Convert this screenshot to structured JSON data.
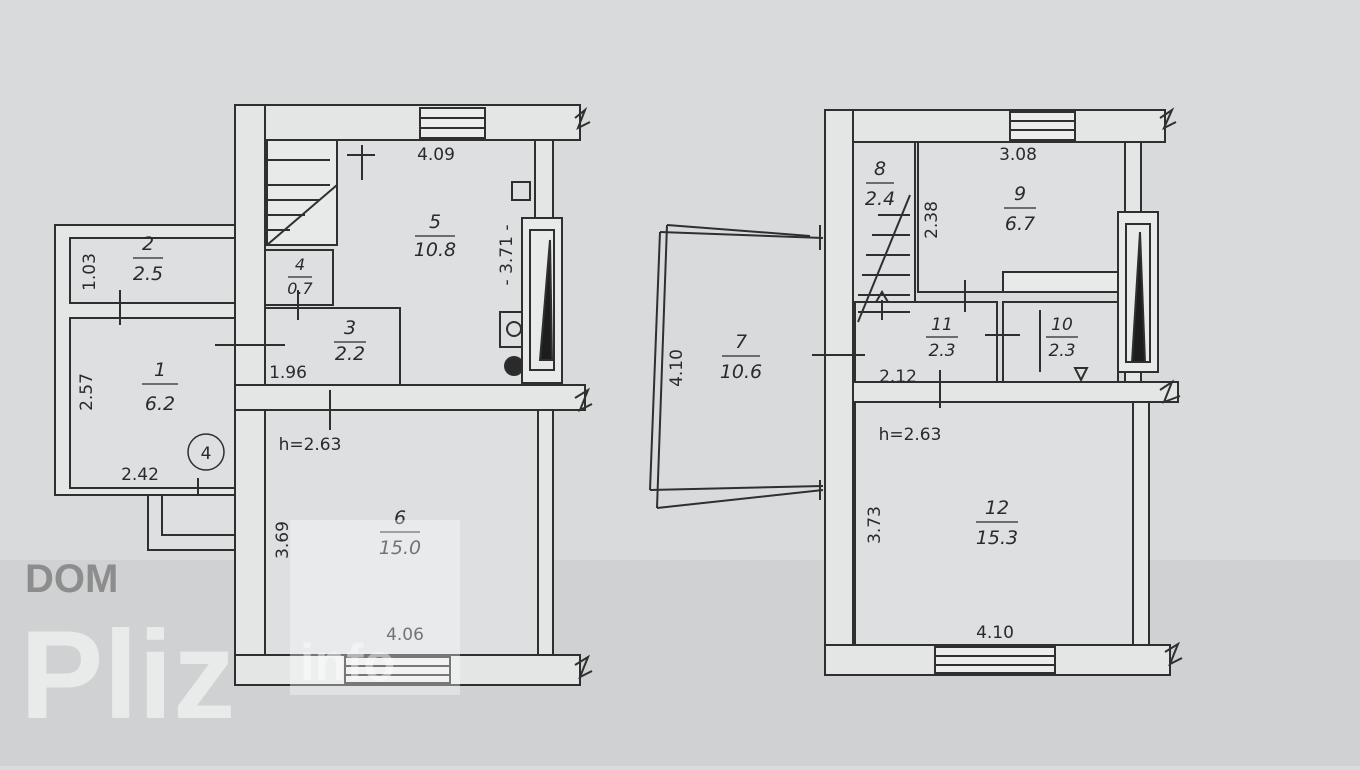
{
  "watermark": {
    "line1": "DOM",
    "line2": "Pliz",
    "line3": "info"
  },
  "plan_left": {
    "rooms": [
      {
        "num": "1",
        "area": "6.2"
      },
      {
        "num": "2",
        "area": "2.5"
      },
      {
        "num": "3",
        "area": "2.2"
      },
      {
        "num": "4",
        "area": "0.7"
      },
      {
        "num": "5",
        "area": "10.8"
      },
      {
        "num": "6",
        "area": "15.0"
      }
    ],
    "dims": [
      "4.09",
      "1.03",
      "2.57",
      "2.42",
      "1.96",
      "3.69",
      "4.06",
      "- 3.71 -"
    ],
    "height": "h=2.63",
    "marker": "4"
  },
  "plan_right": {
    "rooms": [
      {
        "num": "7",
        "area": "10.6"
      },
      {
        "num": "8",
        "area": "2.4"
      },
      {
        "num": "9",
        "area": "6.7"
      },
      {
        "num": "10",
        "area": "2.3"
      },
      {
        "num": "11",
        "area": "2.3"
      },
      {
        "num": "12",
        "area": "15.3"
      }
    ],
    "dims": [
      "3.08",
      "2.38",
      "4.10",
      "2.12",
      "3.73",
      "4.10"
    ],
    "height": "h=2.63"
  }
}
